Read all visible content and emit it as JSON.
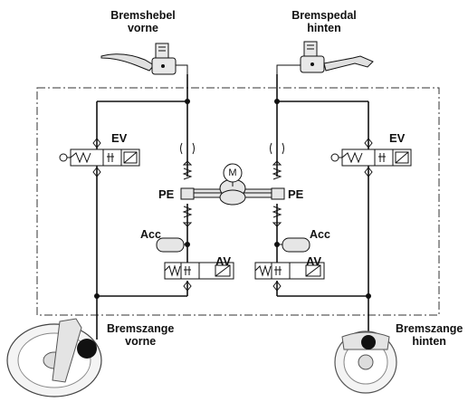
{
  "labels": {
    "brake_lever_front": {
      "line1": "Bremshebel",
      "line2": "vorne"
    },
    "brake_pedal_rear": {
      "line1": "Bremspedal",
      "line2": "hinten"
    },
    "caliper_front": {
      "line1": "Bremszange",
      "line2": "vorne"
    },
    "caliper_rear": {
      "line1": "Bremszange",
      "line2": "hinten"
    },
    "ev_left": "EV",
    "ev_right": "EV",
    "pe_left": "PE",
    "pe_right": "PE",
    "acc_left": "Acc",
    "acc_right": "Acc",
    "av_left": "AV",
    "av_right": "AV",
    "motor": "M"
  },
  "colors": {
    "line": "#111111",
    "frame": "#333333",
    "component_fill": "#e6e6e6",
    "node": "#111111"
  }
}
